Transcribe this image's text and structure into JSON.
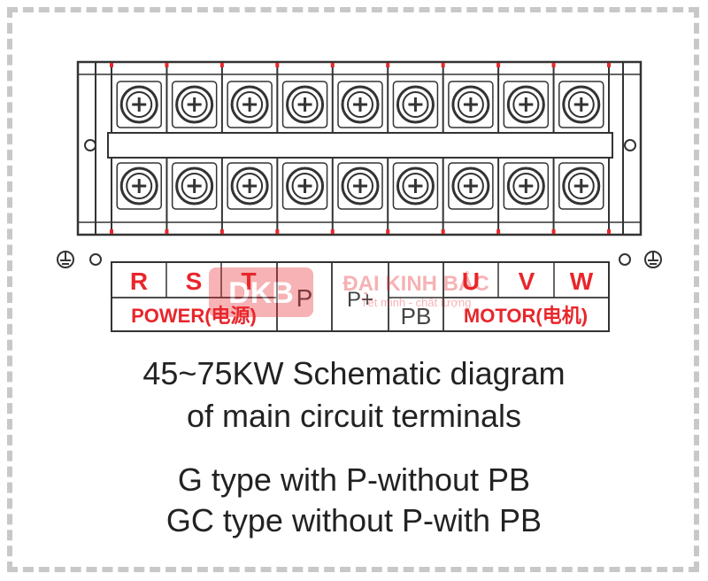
{
  "terminals": {
    "screw_count_per_row": 9,
    "labels": [
      "R",
      "S",
      "T",
      "P",
      "P+",
      "PB",
      "U",
      "V",
      "W"
    ],
    "power_group": "POWER(电源)",
    "motor_group": "MOTOR(电机)"
  },
  "watermark": {
    "brand": "ĐẠI KINH BẮC",
    "tagline": "Tết minh - chất lượng"
  },
  "captions": {
    "line1": "45~75KW Schematic diagram",
    "line2": "of main circuit terminals",
    "line3": "G type with P-without PB",
    "line4": "GC type without P-with PB"
  },
  "colors": {
    "label_red": "#e8262b",
    "ink": "#333333",
    "frame": "#c8c8c8"
  }
}
